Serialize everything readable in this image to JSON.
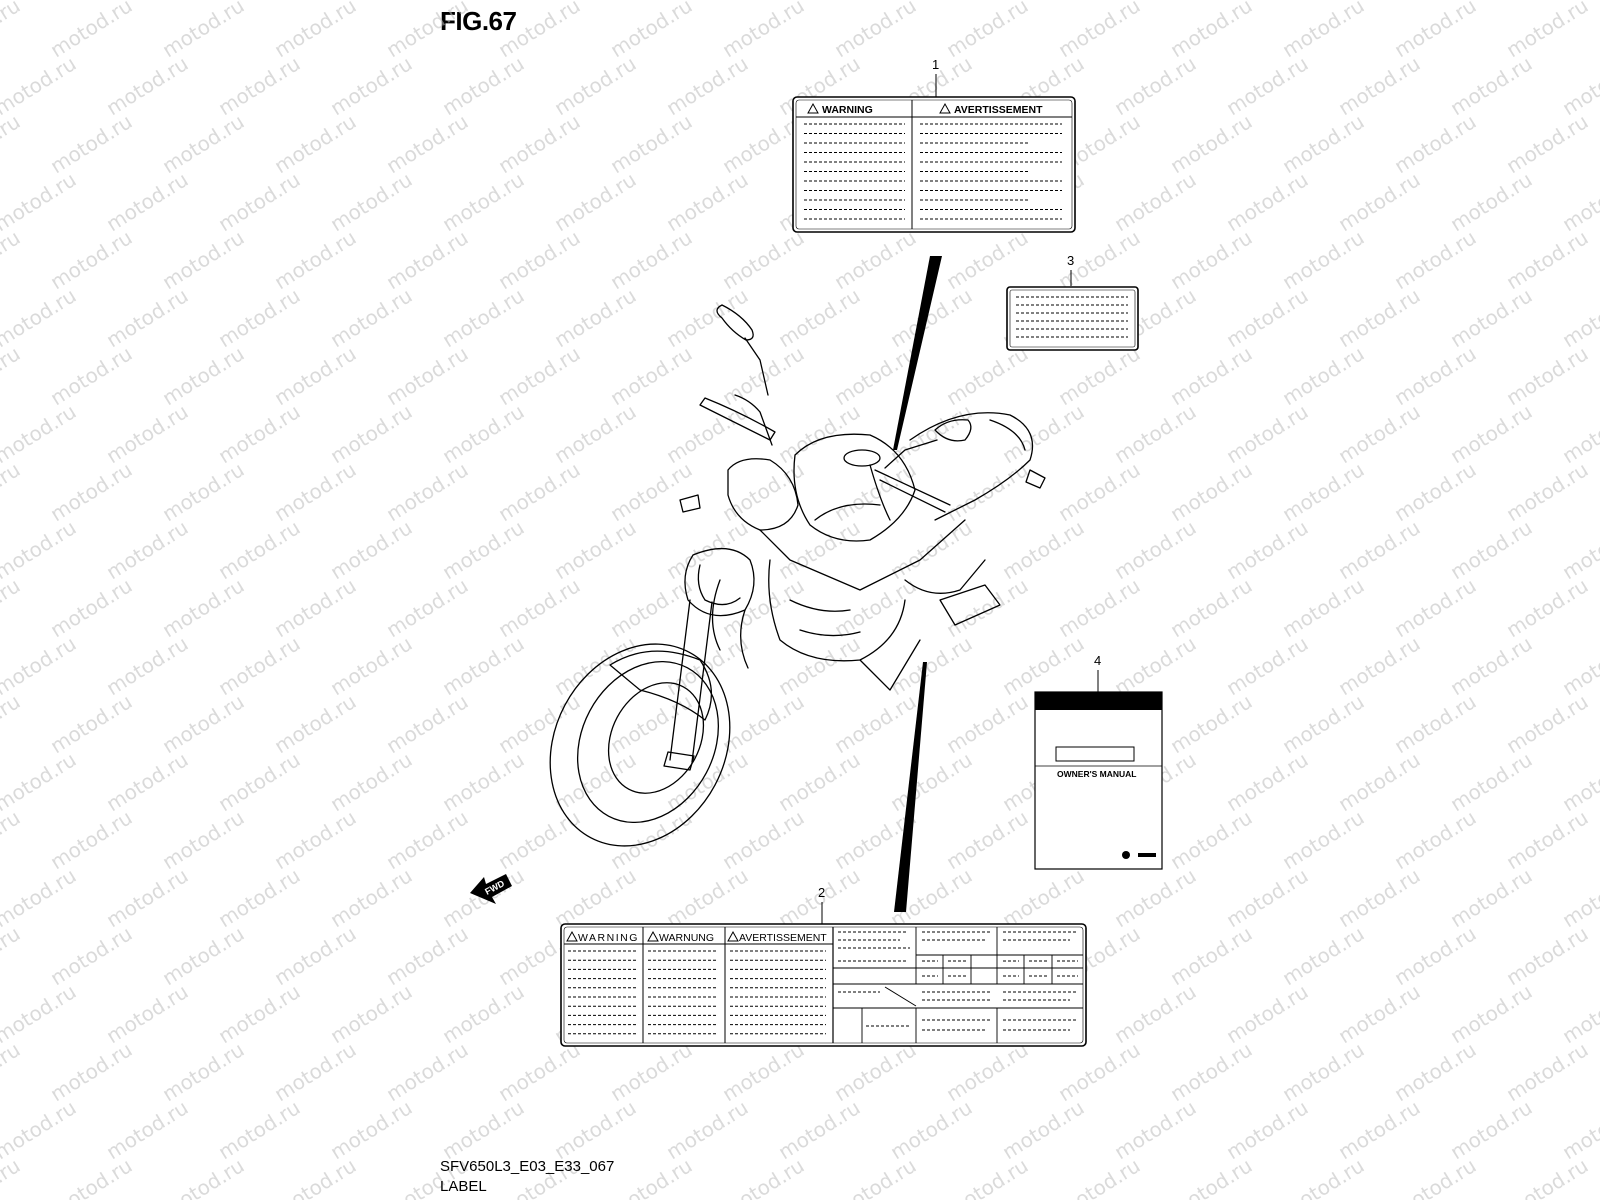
{
  "figure": {
    "title": "FIG.67",
    "code": "SFV650L3_E03_E33_067",
    "caption": "LABEL"
  },
  "watermark": "motod.ru",
  "callouts": [
    "1",
    "2",
    "3",
    "4"
  ],
  "label_1": {
    "headers": [
      "WARNING",
      "AVERTISSEMENT"
    ]
  },
  "label_2": {
    "headers": [
      "WARNING",
      "WARNUNG",
      "AVERTISSEMENT"
    ]
  },
  "label_4": {
    "title": "OWNER'S MANUAL"
  },
  "arrow_text": "FWD",
  "colors": {
    "ink": "#000000",
    "paper": "#ffffff",
    "watermark": "#bdbdbd"
  }
}
